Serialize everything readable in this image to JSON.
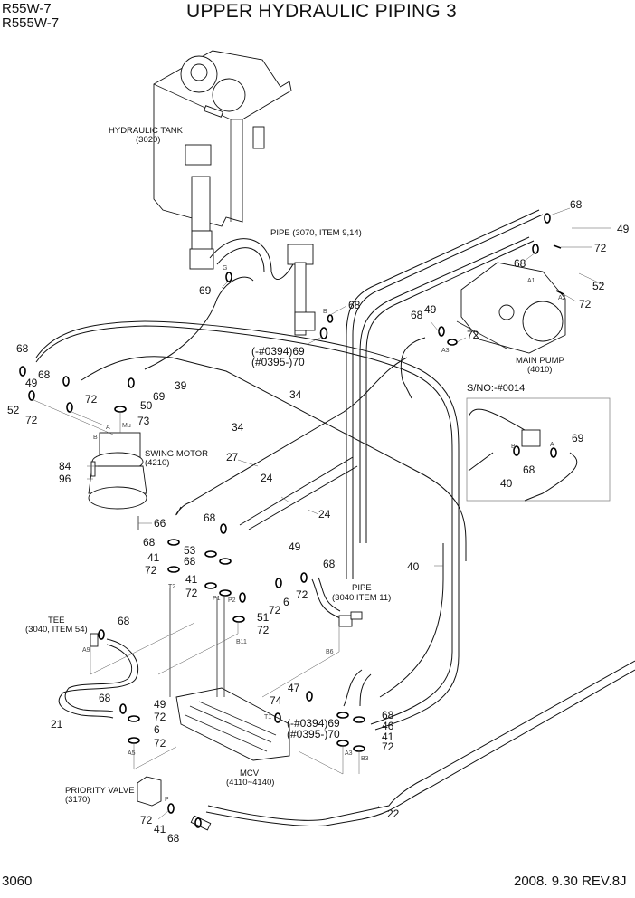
{
  "header": {
    "models": [
      "R55W-7",
      "R555W-7"
    ],
    "title": "UPPER HYDRAULIC PIPING 3"
  },
  "footer": {
    "page_number": "3060",
    "revision": "2008. 9.30  REV.8J"
  },
  "components": {
    "hydraulic_tank": {
      "name": "HYDRAULIC TANK",
      "ref": "(3020)"
    },
    "pipe_3070": {
      "name": "PIPE (3070, ITEM 9,14)"
    },
    "main_pump": {
      "name": "MAIN PUMP",
      "ref": "(4010)"
    },
    "swing_motor": {
      "name": "SWING MOTOR",
      "ref": "(4210)"
    },
    "pipe_3040": {
      "name": "PIPE",
      "ref": "(3040 ITEM 11)"
    },
    "tee": {
      "name": "TEE",
      "ref": "(3040, ITEM 54)"
    },
    "mcv": {
      "name": "MCV",
      "ref": "(4110~4140)"
    },
    "priority_valve": {
      "name": "PRIORITY VALVE",
      "ref": "(3170)"
    }
  },
  "serial_note": {
    "label": "S/NO:-#0014",
    "callouts": [
      "69",
      "68",
      "40"
    ],
    "ports": [
      "A",
      "B"
    ]
  },
  "serial_ranges": {
    "upper_69": "(-#0394)69",
    "upper_70": "(#0395-)70",
    "lower_69": "(-#0394)69",
    "lower_70": "(#0395-)70"
  },
  "callouts": {
    "c68_a": "68",
    "c49_a": "49",
    "c72_a": "72",
    "c68_b": "68",
    "c52_a": "52",
    "c72_b": "72",
    "c69_tank": "69",
    "c68_pipe": "68",
    "c68_pump": "68",
    "c49_pump": "49",
    "c72_pump": "72",
    "c68_l1": "68",
    "c49_l": "49",
    "c68_l2": "68",
    "c72_l1": "72",
    "c52_l": "52",
    "c72_l2": "72",
    "c50": "50",
    "c69_sm": "69",
    "c39": "39",
    "c73": "73",
    "c34_a": "34",
    "c34_b": "34",
    "c27": "27",
    "c24_a": "24",
    "c24_b": "24",
    "c84": "84",
    "c96": "96",
    "c66": "66",
    "c68_m1": "68",
    "c53": "53",
    "c68_m2": "68",
    "c41_m1": "41",
    "c72_m1": "72",
    "c68_m3": "68",
    "c41_m2": "41",
    "c72_m2": "72",
    "c49_m": "49",
    "c68_m4": "68",
    "c72_m3": "72",
    "c6_m": "6",
    "c72_m4": "72",
    "c51": "51",
    "c72_m5": "72",
    "c40": "40",
    "c68_tee": "68",
    "c68_t2": "68",
    "c49_t": "49",
    "c72_t1": "72",
    "c6_t": "6",
    "c72_t2": "72",
    "c21": "21",
    "c74": "74",
    "c47": "47",
    "c68_r": "68",
    "c46": "46",
    "c41_r": "41",
    "c72_r": "72",
    "c72_pv": "72",
    "c41_pv": "41",
    "c68_pv": "68",
    "c22": "22"
  },
  "port_labels": {
    "G": "G",
    "B_pipe": "B",
    "A1": "A1",
    "A2": "A2",
    "A3": "A3",
    "A_sm": "A",
    "B_sm": "B",
    "Mu": "Mu",
    "T2": "T2",
    "P1": "P1",
    "P2": "P2",
    "B11": "B11",
    "B6": "B6",
    "A9": "A9",
    "A5": "A5",
    "T1": "T1",
    "A3_r": "A3",
    "B3": "B3",
    "P": "P"
  }
}
